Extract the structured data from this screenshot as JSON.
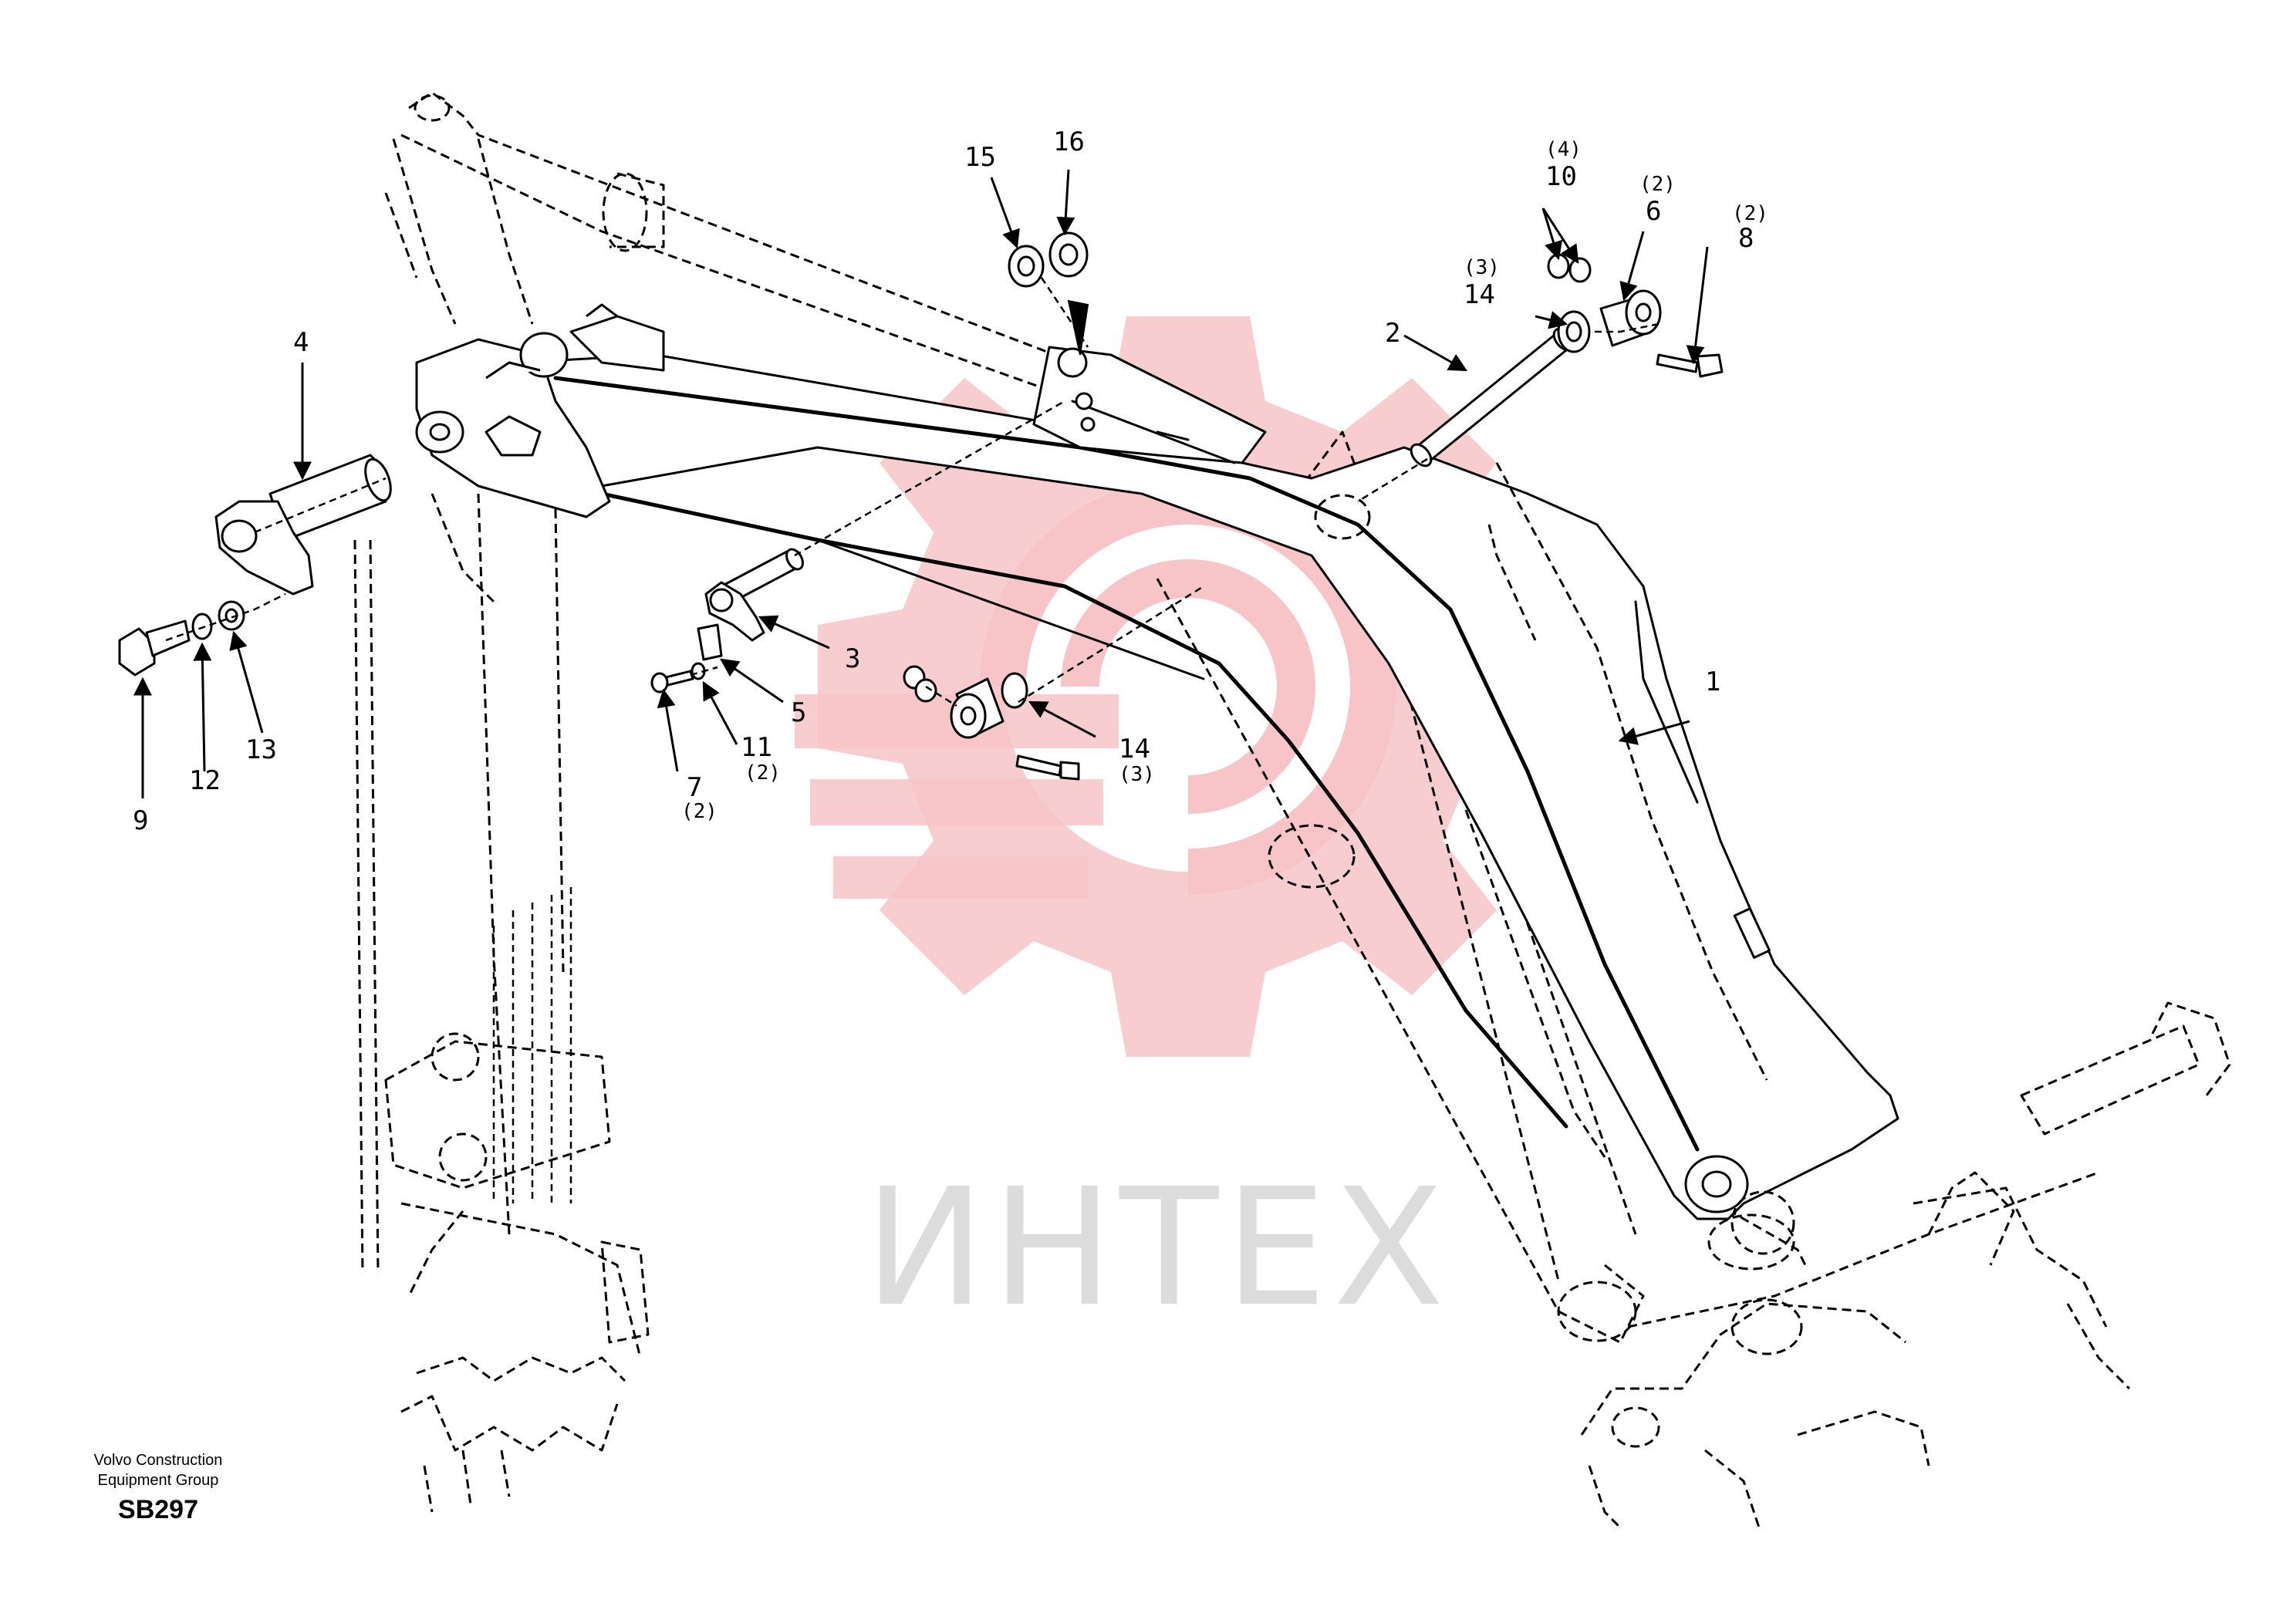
{
  "watermark": {
    "text": "ИНТЕХ"
  },
  "footer": {
    "company_line1": "Volvo Construction",
    "company_line2": "Equipment Group",
    "code": "SB297"
  },
  "callouts": {
    "c1": "1",
    "c2": "2",
    "c3": "3",
    "c4": "4",
    "c5": "5",
    "c6": "6",
    "c6q": "(2)",
    "c7": "7",
    "c7q": "(2)",
    "c8": "8",
    "c8q": "(2)",
    "c9": "9",
    "c10": "10",
    "c10q": "(4)",
    "c11": "11",
    "c11q": "(2)",
    "c12": "12",
    "c13": "13",
    "c14a": "14",
    "c14aq": "(3)",
    "c14b": "14",
    "c14bq": "(3)",
    "c15": "15",
    "c16": "16"
  },
  "colors": {
    "line": "#000000",
    "watermark_logo": "#f7c4c8",
    "watermark_text": "#dcdcdc"
  }
}
